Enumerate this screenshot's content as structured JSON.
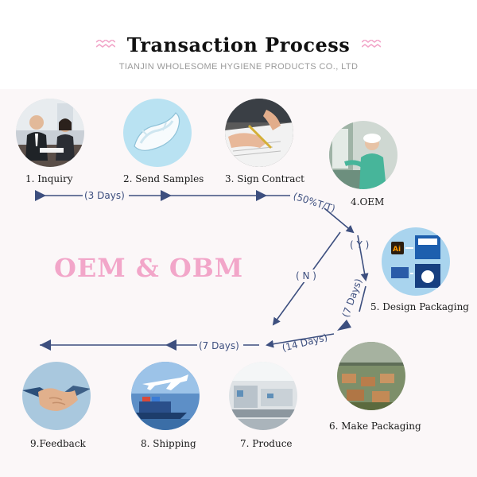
{
  "title": "Transaction Process",
  "subtitle": "TIANJIN WHOLESOME HYGIENE PRODUCTS CO., LTD",
  "center_label": "OEM & OBM",
  "steps": [
    {
      "label": "1. Inquiry",
      "icon": "business-meeting-icon"
    },
    {
      "label": "2. Send Samples",
      "icon": "sanitary-pad-icon"
    },
    {
      "label": "3. Sign Contract",
      "icon": "signing-hand-icon"
    },
    {
      "label": "4.OEM",
      "icon": "factory-worker-icon"
    },
    {
      "label": "5. Design Packaging",
      "icon": "packaging-design-icon"
    },
    {
      "label": "6. Make Packaging",
      "icon": "warehouse-icon"
    },
    {
      "label": "7. Produce",
      "icon": "production-line-icon"
    },
    {
      "label": "8. Shipping",
      "icon": "airplane-ship-icon"
    },
    {
      "label": "9.Feedback",
      "icon": "handshake-icon"
    }
  ],
  "annotations": {
    "top_days": "(3 Days)",
    "payment": "(50%T/T)",
    "yes": "( Y )",
    "no": "( N )",
    "design_days": "(7 Days)",
    "make_days": "(14 Days)",
    "bottom_days": "(7 Days)"
  },
  "colors": {
    "arrow": "#3d4f7f",
    "accent_pink": "#f2a6c9",
    "title": "#111111"
  }
}
